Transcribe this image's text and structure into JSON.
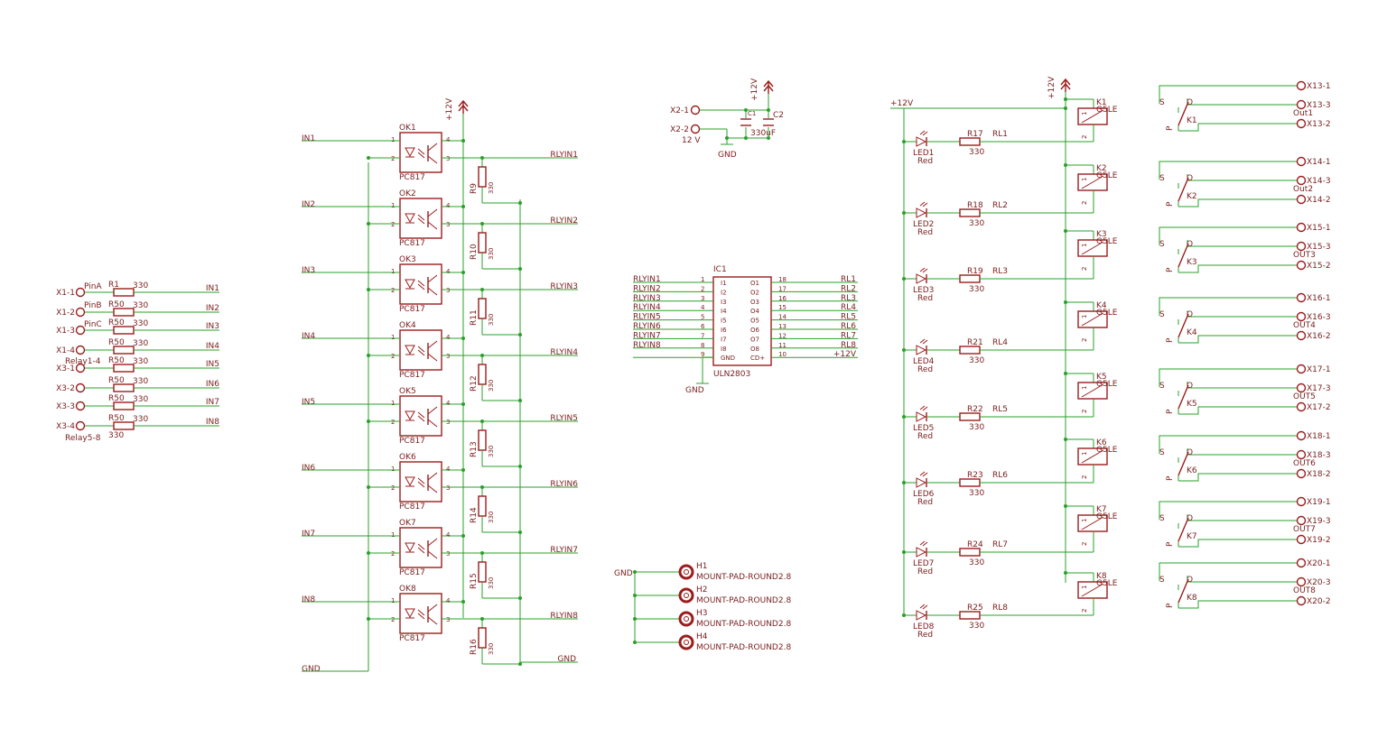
{
  "colors": {
    "wire": "#2aa02a",
    "symbol": "#9b1c1c",
    "text": "#7a1e1e",
    "background": "#ffffff"
  },
  "input_connector": {
    "pins": [
      "X1-1",
      "X1-2",
      "X1-3",
      "X1-4",
      "X3-1",
      "X3-2",
      "X3-3",
      "X3-4"
    ],
    "pin_labels": [
      "PinA",
      "PinB",
      "PinC"
    ],
    "resistors": [
      "R1",
      "R50",
      "R50",
      "R50",
      "R50",
      "R50",
      "R50",
      "R50"
    ],
    "values": [
      "330",
      "330",
      "330",
      "330",
      "330",
      "330",
      "330",
      "330",
      "330"
    ],
    "nets": [
      "IN1",
      "IN2",
      "IN3",
      "IN4",
      "IN5",
      "IN6",
      "IN7",
      "IN8"
    ],
    "group_labels": [
      "Relay1-4",
      "Relay5-8"
    ]
  },
  "optocouplers": {
    "names": [
      "OK1",
      "OK2",
      "OK3",
      "OK4",
      "OK5",
      "OK6",
      "OK7",
      "OK8"
    ],
    "part": "PC817",
    "pin_numbers": [
      "1",
      "2",
      "3",
      "4"
    ],
    "inputs": [
      "IN1",
      "IN2",
      "IN3",
      "IN4",
      "IN5",
      "IN6",
      "IN7",
      "IN8"
    ],
    "outputs": [
      "RLYIN1",
      "RLYIN2",
      "RLYIN3",
      "RLYIN4",
      "RLYIN5",
      "RLYIN6",
      "RLYIN7",
      "RLYIN8"
    ],
    "pulldowns": [
      "R9",
      "R10",
      "R11",
      "R12",
      "R13",
      "R14",
      "R15",
      "R16"
    ],
    "pulldown_value": "330",
    "supply": "+12V",
    "gnd_left": "GND",
    "gnd_right": "GND"
  },
  "power_input": {
    "pins": [
      "X2-1",
      "X2-2"
    ],
    "voltage_label": "12 V",
    "supply": "+12V",
    "gnd": "GND",
    "c1": "C1",
    "c2": "C2",
    "c_value": "330uF"
  },
  "driver_ic": {
    "name": "IC1",
    "part": "ULN2803",
    "inputs": [
      "RLYIN1",
      "RLYIN2",
      "RLYIN3",
      "RLYIN4",
      "RLYIN5",
      "RLYIN6",
      "RLYIN7",
      "RLYIN8"
    ],
    "left_pin_numbers": [
      "1",
      "2",
      "3",
      "4",
      "5",
      "6",
      "7",
      "8",
      "9"
    ],
    "right_pin_numbers": [
      "18",
      "17",
      "16",
      "15",
      "14",
      "13",
      "12",
      "11",
      "10"
    ],
    "left_pin_names": [
      "I1",
      "I2",
      "I3",
      "I4",
      "I5",
      "I6",
      "I7",
      "I8",
      "GND"
    ],
    "right_pin_names": [
      "O1",
      "O2",
      "O3",
      "O4",
      "O5",
      "O6",
      "O7",
      "O8",
      "CD+"
    ],
    "outputs": [
      "RL1",
      "RL2",
      "RL3",
      "RL4",
      "RL5",
      "RL6",
      "RL7",
      "RL8",
      "+12V"
    ],
    "gnd": "GND"
  },
  "mount_pads": {
    "names": [
      "H1",
      "H2",
      "H3",
      "H4"
    ],
    "part": "MOUNT-PAD-ROUND2.8",
    "gnd": "GND"
  },
  "relay_drivers": {
    "supply_left": "+12V",
    "supply_right": "+12V",
    "leds": [
      "LED1",
      "LED2",
      "LED3",
      "LED4",
      "LED5",
      "LED6",
      "LED7",
      "LED8"
    ],
    "led_color": "Red",
    "resistors": [
      "R17",
      "R18",
      "R19",
      "R21",
      "R22",
      "R23",
      "R24",
      "R25"
    ],
    "resistor_value": "330",
    "nets": [
      "RL1",
      "RL2",
      "RL3",
      "RL4",
      "RL5",
      "RL6",
      "RL7",
      "RL8"
    ],
    "relays": [
      "K1",
      "K2",
      "K3",
      "K4",
      "K5",
      "K6",
      "K7",
      "K8"
    ],
    "relay_part": "G5LE",
    "coil_pins": [
      "1",
      "2"
    ]
  },
  "relay_contacts": {
    "relays": [
      "K1",
      "K2",
      "K3",
      "K4",
      "K5",
      "K6",
      "K7",
      "K8"
    ],
    "contact_letters": [
      "S",
      "O",
      "P"
    ],
    "connectors": [
      [
        "X13-1",
        "X13-3",
        "X13-2"
      ],
      [
        "X14-1",
        "X14-3",
        "X14-2"
      ],
      [
        "X15-1",
        "X15-3",
        "X15-2"
      ],
      [
        "X16-1",
        "X16-3",
        "X16-2"
      ],
      [
        "X17-1",
        "X17-3",
        "X17-2"
      ],
      [
        "X18-1",
        "X18-3",
        "X18-2"
      ],
      [
        "X19-1",
        "X19-3",
        "X19-2"
      ],
      [
        "X20-1",
        "X20-3",
        "X20-2"
      ]
    ],
    "outputs": [
      "Out1",
      "Out2",
      "OUT3",
      "OUT4",
      "OUT5",
      "OUT6",
      "OUT7",
      "OUT8"
    ]
  }
}
